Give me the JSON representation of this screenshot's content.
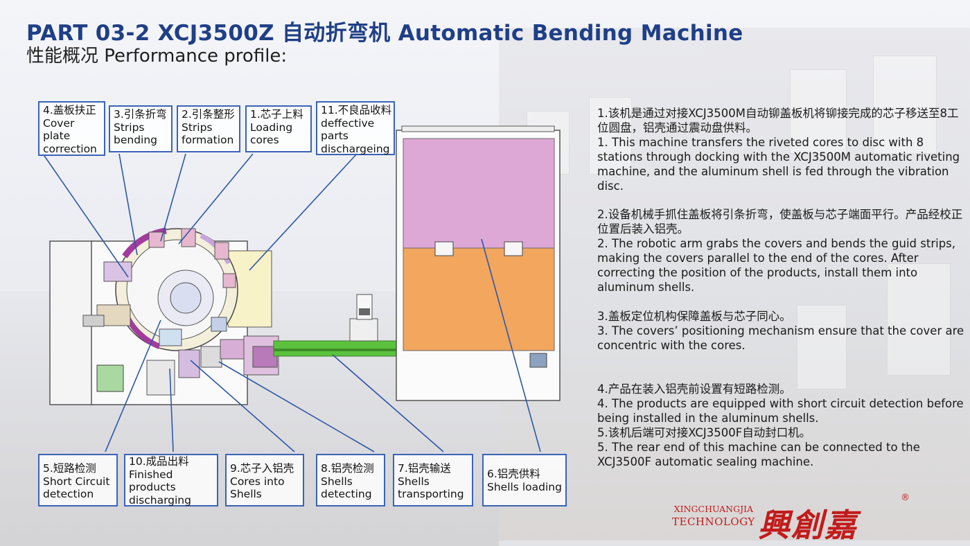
{
  "header": {
    "title": "PART 03-2  XCJ3500Z 自动折弯机 Automatic Bending Machine",
    "subtitle": "性能概况 Performance profile:"
  },
  "labels_top": [
    {
      "lines": [
        "4.盖板扶正",
        "Cover",
        "plate",
        "correction"
      ]
    },
    {
      "lines": [
        "3.引条折弯",
        "Strips",
        "bending"
      ]
    },
    {
      "lines": [
        "2.引条整形",
        "Strips",
        "formation"
      ]
    },
    {
      "lines": [
        "1.芯子上料",
        "Loading",
        "cores"
      ]
    },
    {
      "lines": [
        "11.不良品收料",
        "deffective",
        "parts",
        "dischargeing"
      ]
    }
  ],
  "labels_bottom": [
    {
      "lines": [
        "5.短路检测",
        "Short Circuit",
        "detection"
      ]
    },
    {
      "lines": [
        "10.成品出料",
        "Finished",
        "products",
        "discharging"
      ]
    },
    {
      "lines": [
        "9.芯子入铝壳",
        "Cores into",
        "Shells"
      ]
    },
    {
      "lines": [
        "8.铝壳检测",
        "Shells",
        "detecting"
      ]
    },
    {
      "lines": [
        "7.铝壳输送",
        "Shells",
        "transporting"
      ]
    },
    {
      "lines": [
        "6.铝壳供料",
        "Shells loading"
      ]
    }
  ],
  "description": {
    "p1_cn": "1.该机是通过对接XCJ3500M自动铆盖板机将铆接完成的芯子移送至8工位圆盘，铝壳通过震动盘供料。",
    "p1_en": "1. This machine transfers the riveted cores to disc with 8 stations through docking with the XCJ3500M automatic riveting machine, and the aluminum shell is fed through the vibration disc.",
    "p2_cn": "2.设备机械手抓住盖板将引条折弯，使盖板与芯子端面平行。产品经校正位置后装入铝壳。",
    "p2_en": "2. The robotic arm grabs the covers and bends the guid strips, making the covers parallel to the end of the cores. After correcting the position of the products, install them into aluminum shells.",
    "p3_cn": "3.盖板定位机构保障盖板与芯子同心。",
    "p3_en": "3. The covers’ positioning mechanism ensure that the cover are concentric with the cores.",
    "p4_cn": "4.产品在装入铝壳前设置有短路检测。",
    "p4_en": "4. The products are equipped with short circuit detection before being installed in the aluminum shells.",
    "p5_cn": "5.该机后端可对接XCJ3500F自动封口机。",
    "p5_en": "5. The rear end of this machine can be connected to the XCJ3500F automatic sealing machine."
  },
  "brand": {
    "en_line1": "XINGCHUANGJIA",
    "en_line2": "TECHNOLOGY",
    "cn": "興創嘉",
    "reg": "®"
  },
  "colors": {
    "title_blue": "#1f3f86",
    "box_border": "#3a63b6",
    "leader_line": "#2e56a8",
    "pink_panel": "#dea8d6",
    "orange_panel": "#f2a65e",
    "green_conveyor": "#5cc23e",
    "brand_red": "#c21b1b"
  }
}
